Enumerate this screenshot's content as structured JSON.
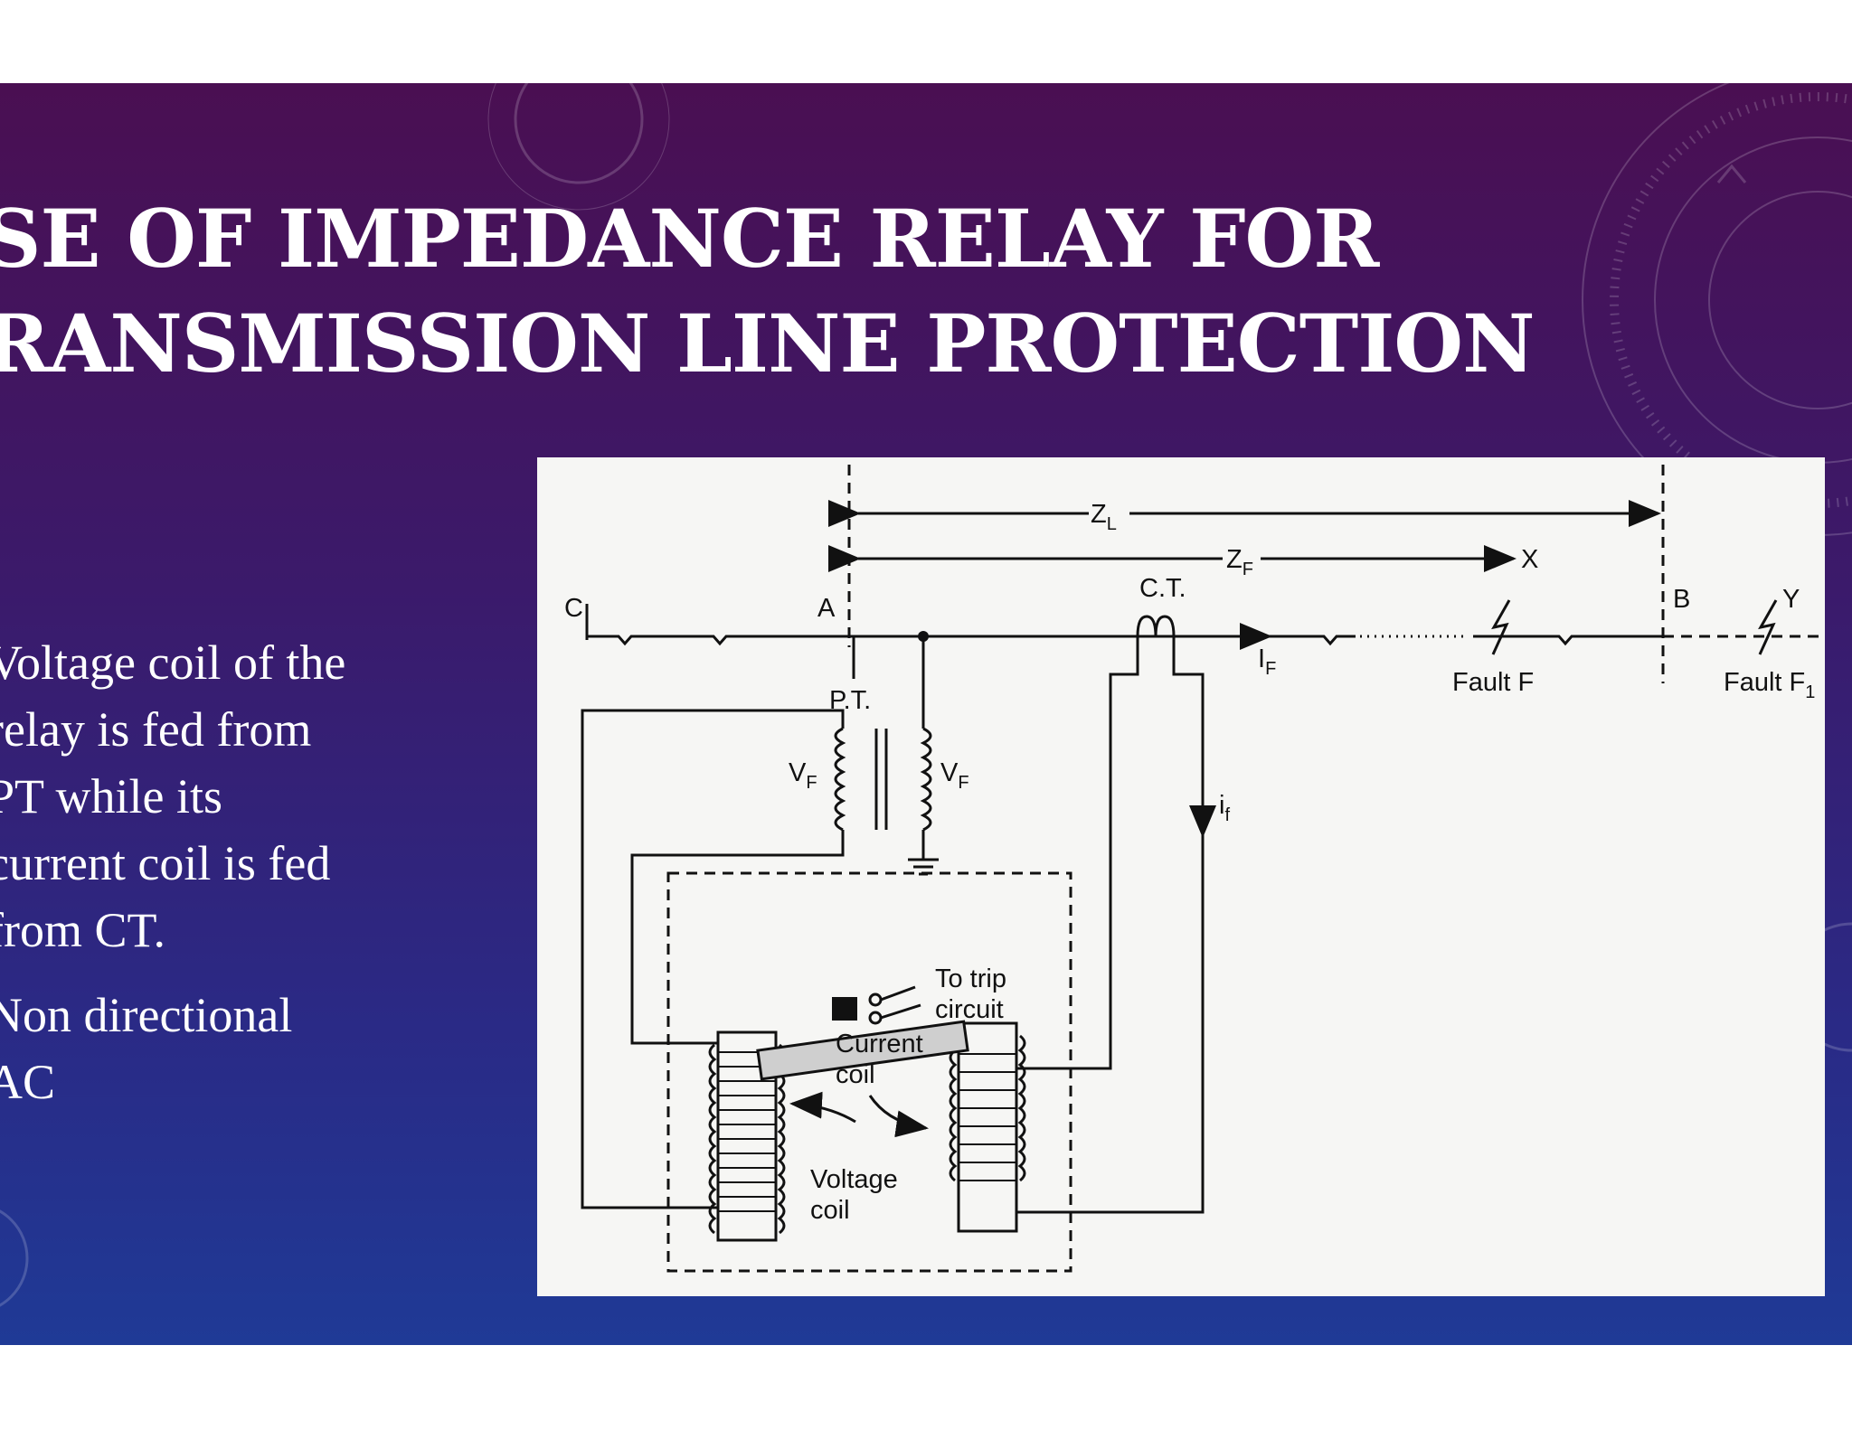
{
  "slide": {
    "title_line_1": "SE OF IMPEDANCE RELAY FOR",
    "title_line_2": "RANSMISSION LINE PROTECTION",
    "bullets": [
      "Voltage coil of the\nrelay is fed from\nPT while its\ncurrent coil is fed\nfrom CT.",
      "Non directional\nAC"
    ],
    "colors": {
      "bg_top": "#4a0f52",
      "bg_bottom": "#1f3a96",
      "text": "#ffffff",
      "figure_bg": "#f6f6f4"
    }
  },
  "diagram": {
    "labels": {
      "C": "C",
      "A": "A",
      "B": "B",
      "ZL": "Z",
      "ZL_sub": "L",
      "ZF": "Z",
      "ZF_sub": "F",
      "X": "X",
      "Y": "Y",
      "CT": "C.T.",
      "PT": "P.T.",
      "IF": "I",
      "IF_sub": "F",
      "if": "i",
      "if_sub": "f",
      "VF_left": "V",
      "VF_right": "V",
      "VF_sub": "F",
      "fault_F": "Fault F",
      "fault_F1": "Fault F",
      "fault_F1_sub": "1",
      "to_trip_1": "To trip",
      "to_trip_2": "circuit",
      "current_coil_1": "Current",
      "current_coil_2": "coil",
      "voltage_coil_1": "Voltage",
      "voltage_coil_2": "coil"
    }
  }
}
